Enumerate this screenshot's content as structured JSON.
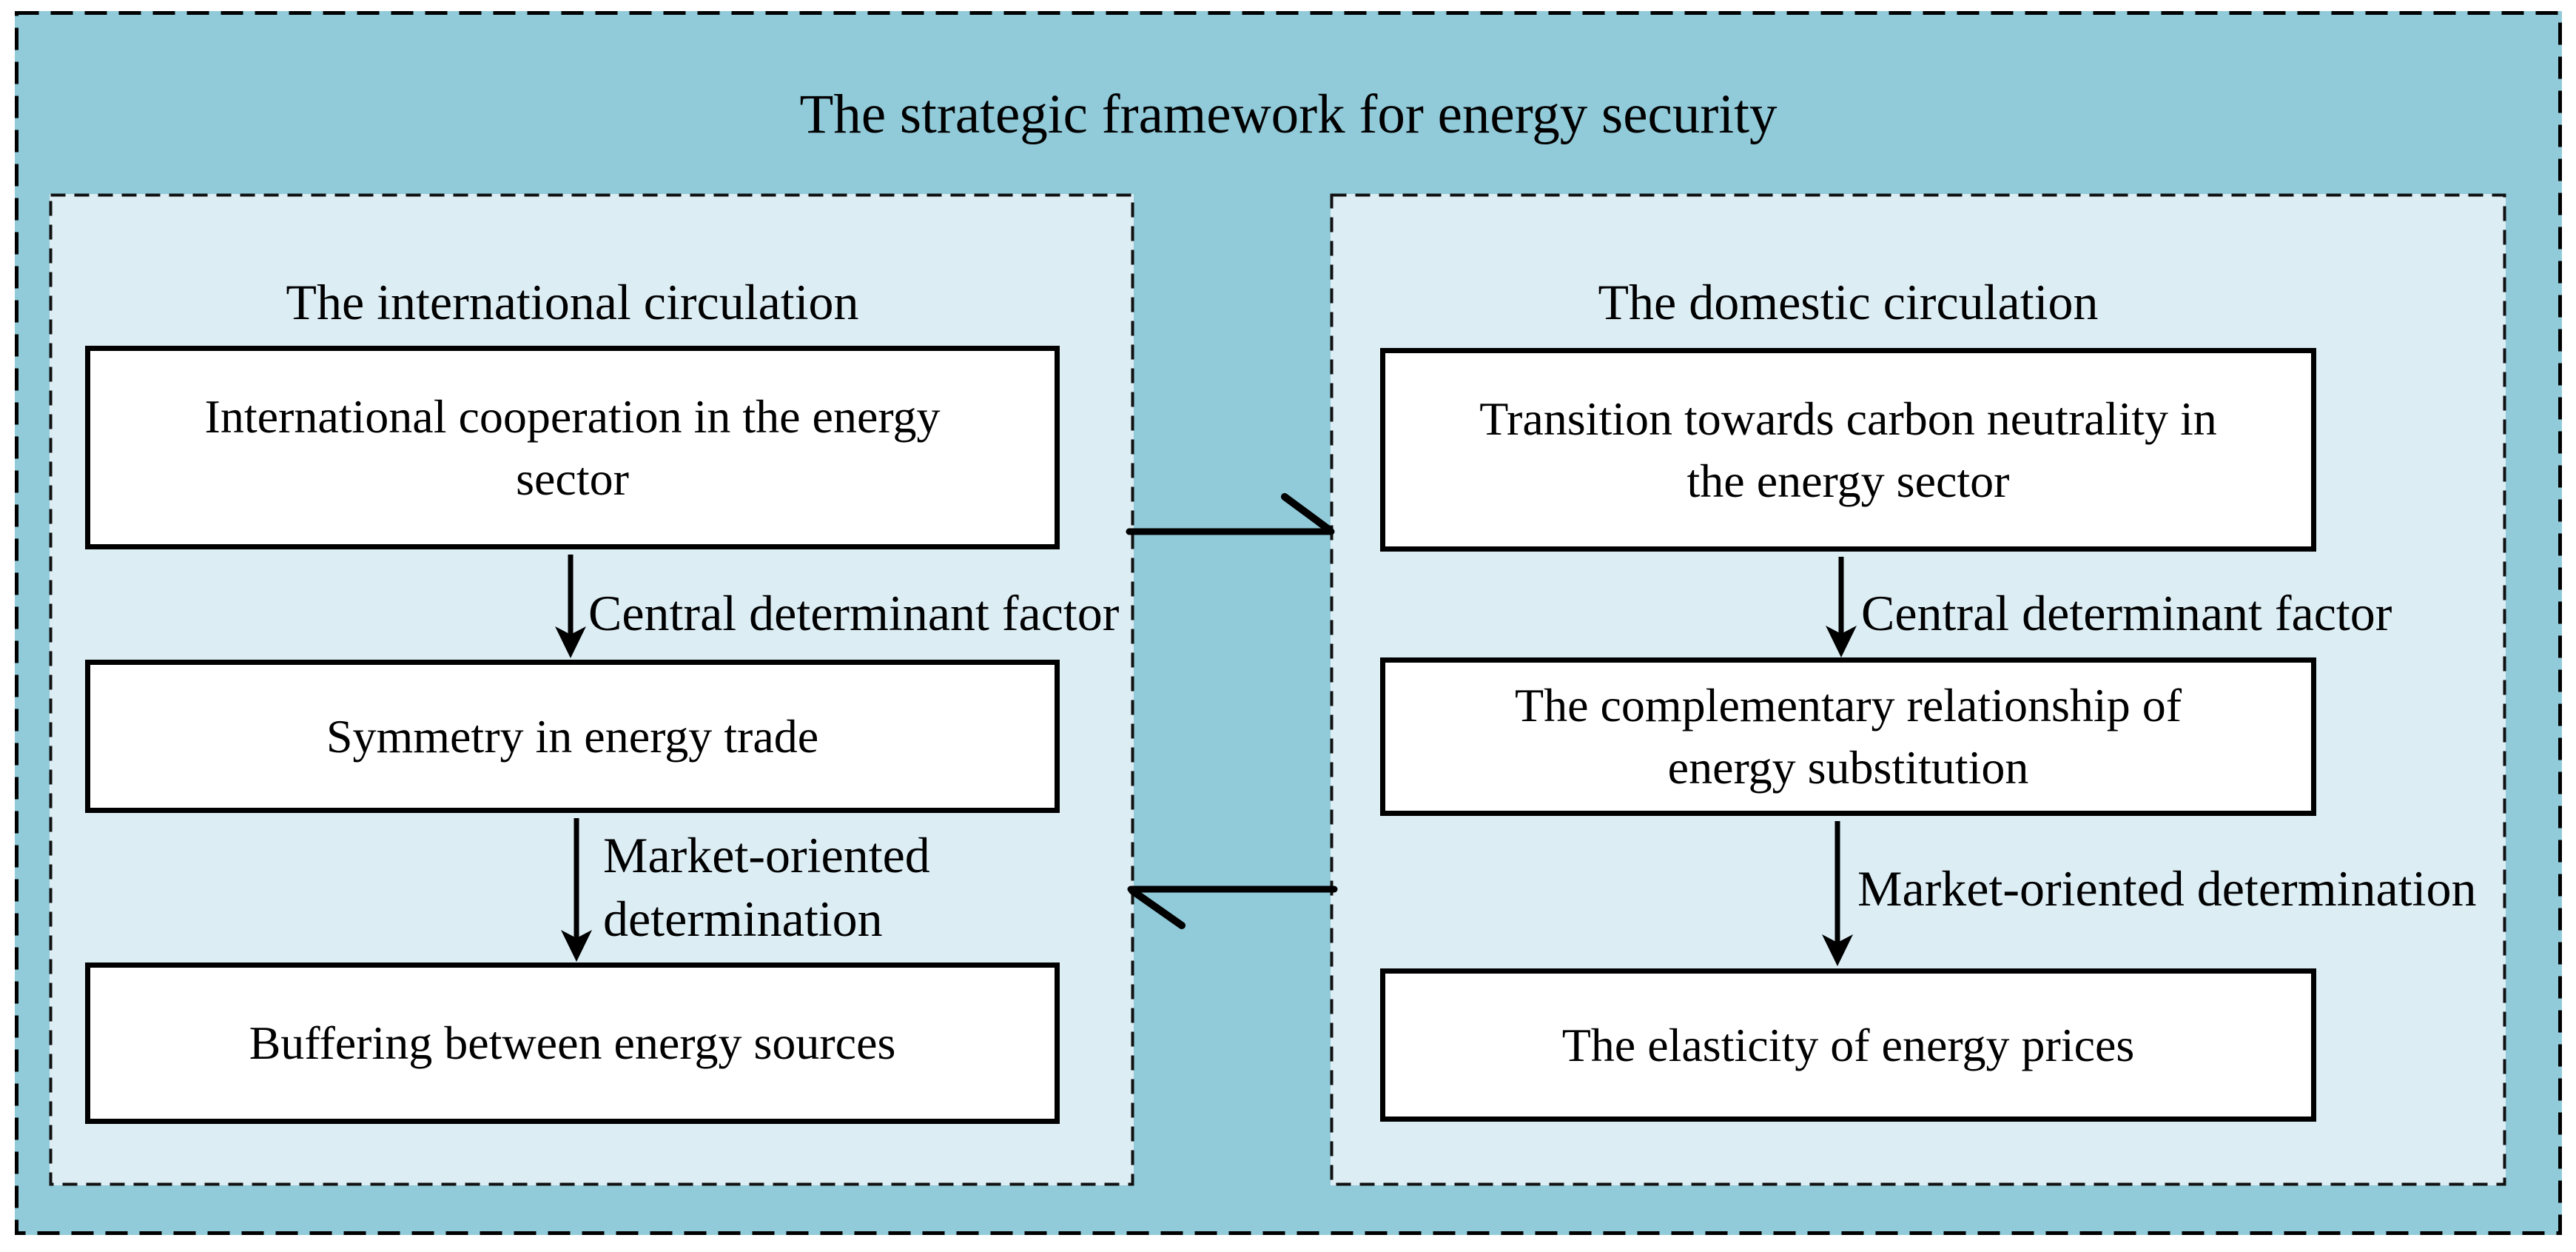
{
  "diagram": {
    "title": "The strategic framework for energy security",
    "colors": {
      "outer_background": "#91cad9",
      "panel_background": "#dcedf4",
      "box_background": "#ffffff",
      "line_and_text": "#000000"
    },
    "left_panel": {
      "title": "The international circulation",
      "boxes": {
        "top": {
          "lines": [
            "International cooperation in the energy",
            "sector"
          ]
        },
        "middle": {
          "lines": [
            "Symmetry in energy trade"
          ]
        },
        "bottom": {
          "lines": [
            "Buffering between energy sources"
          ]
        }
      },
      "arrow_labels": {
        "first": {
          "lines": [
            "Central determinant factor"
          ]
        },
        "second": {
          "lines": [
            "Market-oriented",
            "determination"
          ]
        }
      }
    },
    "right_panel": {
      "title": "The domestic circulation",
      "boxes": {
        "top": {
          "lines": [
            "Transition towards carbon neutrality in",
            "the energy sector"
          ]
        },
        "middle": {
          "lines": [
            "The complementary relationship of",
            "energy substitution"
          ]
        },
        "bottom": {
          "lines": [
            "The elasticity of energy prices"
          ]
        }
      },
      "arrow_labels": {
        "first": {
          "lines": [
            "Central determinant factor"
          ]
        },
        "second": {
          "lines": [
            "Market-oriented determination"
          ]
        }
      }
    }
  }
}
